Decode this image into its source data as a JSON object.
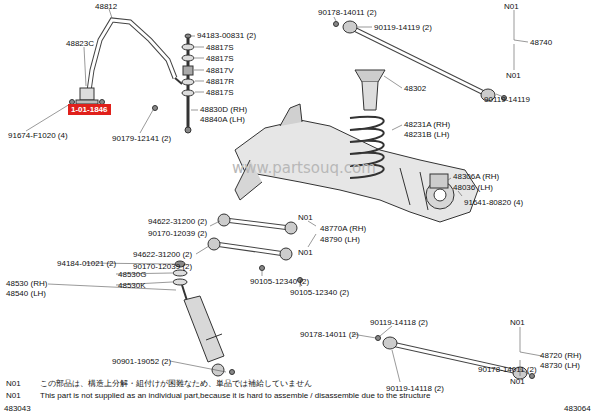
{
  "diagram": {
    "nodes": [
      {
        "text": [
          "1-01-1846"
        ]
      }
    ],
    "labels": [
      "48812",
      "48823C",
      "91674-F1020 (4)",
      "90179-12141 (2)",
      "94183-00831 (2)",
      "48817S",
      "48817S",
      "48817V",
      "48817R",
      "48817S",
      "48830D (RH)",
      "48840A (LH)",
      "90178-14011 (2)",
      "90119-14119 (2)",
      "N01",
      "48740",
      "N01",
      "90119-14119",
      "48302",
      "48231A (RH)",
      "48231B (LH)",
      "48306A (RH)",
      "48036 (LH)",
      "91641-80820 (4)",
      "94622-31200 (2)",
      "90170-12039 (2)",
      "94622-31200 (2)",
      "90170-12039 (2)",
      "N01",
      "48770A (RH)",
      "48790 (LH)",
      "N01",
      "90105-12340 (2)",
      "90105-12340 (2)",
      "94184-01021 (2)",
      "48530G",
      "48530K",
      "48530 (RH)",
      "48540 (LH)",
      "90901-19052 (2)",
      "90119-14118 (2)",
      "90178-14011 (2)",
      "N01",
      "48720 (RH)",
      "48730 (LH)",
      "90178-14011 (2)",
      "N01",
      "90119-14118 (2)",
      "N01",
      "この部品は、構造上分解・組付けが困難なため、単品では補給していません",
      "N01",
      "This part is not supplied as an individual part,because it is hard to assemble / disassemble due to the structure",
      "483043",
      "483064",
      "www.partsouq.com"
    ]
  }
}
